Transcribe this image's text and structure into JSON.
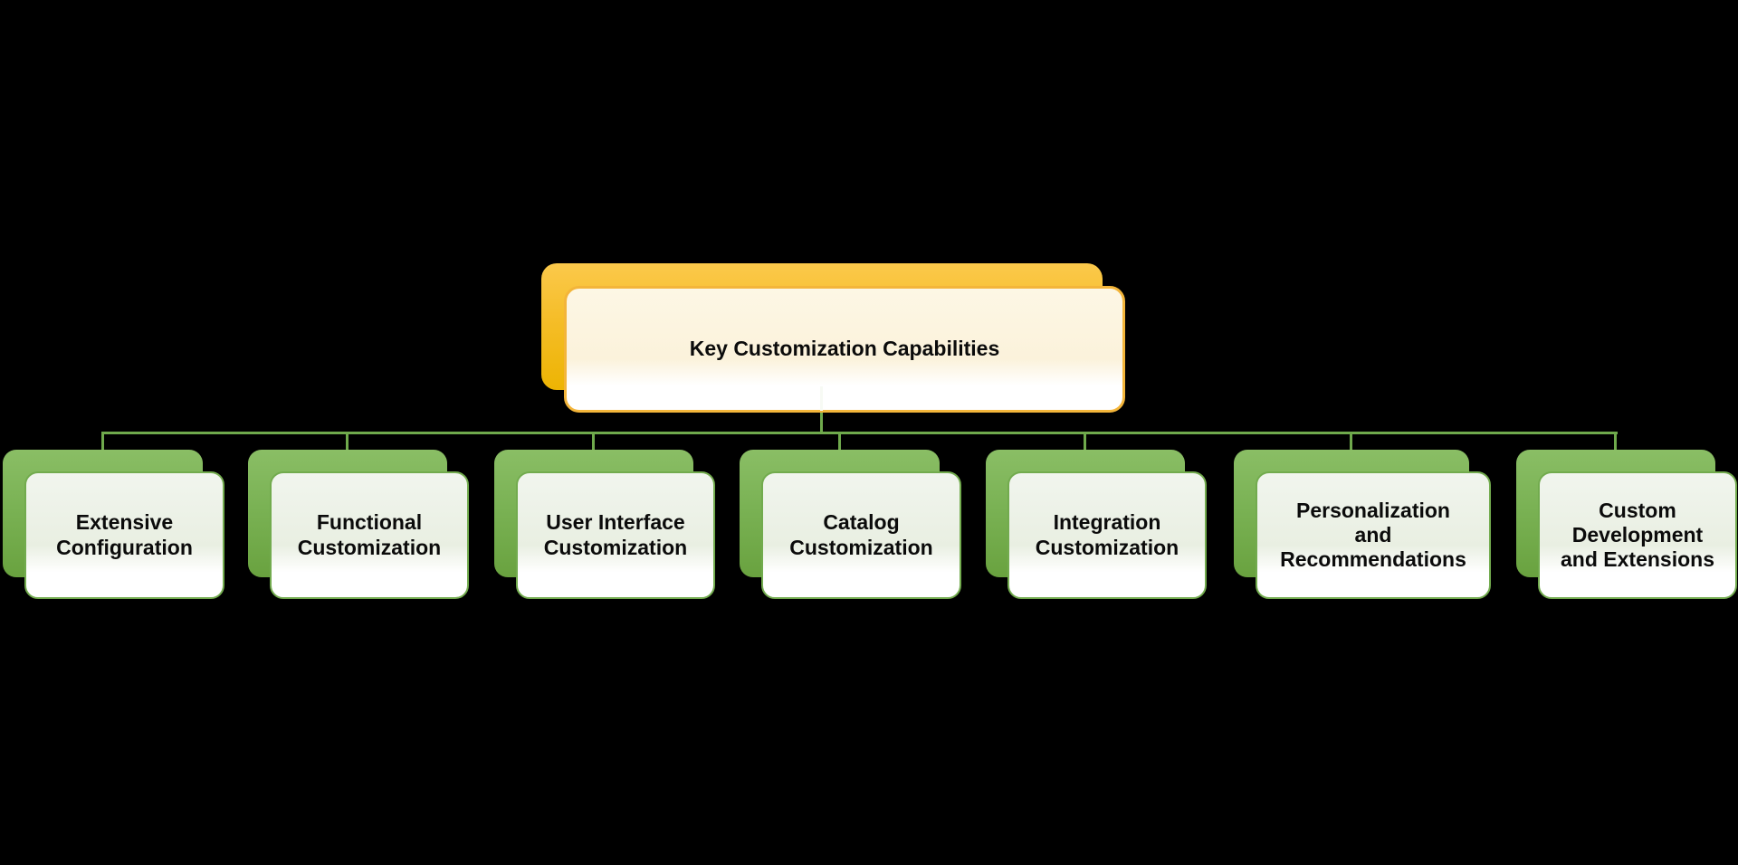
{
  "diagram": {
    "title": "Key Customization Capabilities diagram",
    "root": {
      "label": "Key Customization Capabilities"
    },
    "children": [
      {
        "label": "Extensive\nConfiguration"
      },
      {
        "label": "Functional\nCustomization"
      },
      {
        "label": "User Interface\nCustomization"
      },
      {
        "label": "Catalog\nCustomization"
      },
      {
        "label": "Integration\nCustomization"
      },
      {
        "label": "Personalization\nand\nRecommendations"
      },
      {
        "label": "Custom\nDevelopment\nand Extensions"
      }
    ],
    "colors": {
      "background": "#000000",
      "connector_green": "#6FA94C",
      "root_back_gradient_top": "#FBC94B",
      "root_back_gradient_bottom": "#EDB403",
      "root_card_border": "#F3B53A",
      "root_card_fill_top": "#FDF7E5",
      "root_card_fill_bottom": "#FFFFFF",
      "child_back_gradient_top": "#8ABE65",
      "child_back_gradient_bottom": "#69A23F",
      "child_card_border": "#72AB4E",
      "child_card_fill_top": "#F1F5EE",
      "child_card_fill_bottom": "#FFFFFF",
      "label_text": "#0B0B0B"
    }
  }
}
